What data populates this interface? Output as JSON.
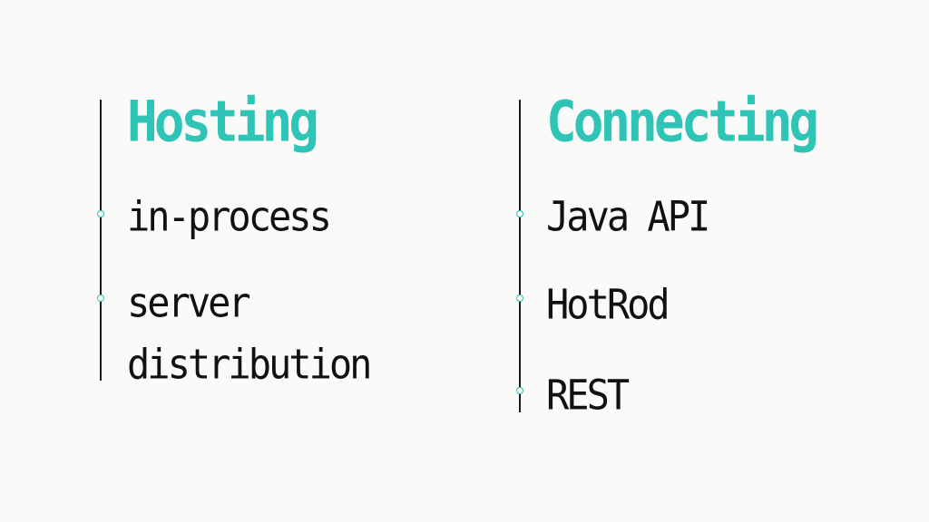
{
  "left": {
    "heading": "Hosting",
    "items": [
      "in-process",
      "server",
      "distribution"
    ]
  },
  "right": {
    "heading": "Connecting",
    "items": [
      "Java API",
      "HotRod",
      "REST"
    ]
  },
  "colors": {
    "accent": "#2ec4b6",
    "text": "#111111",
    "line": "#1b1b1b",
    "background": "#fafaf8"
  }
}
